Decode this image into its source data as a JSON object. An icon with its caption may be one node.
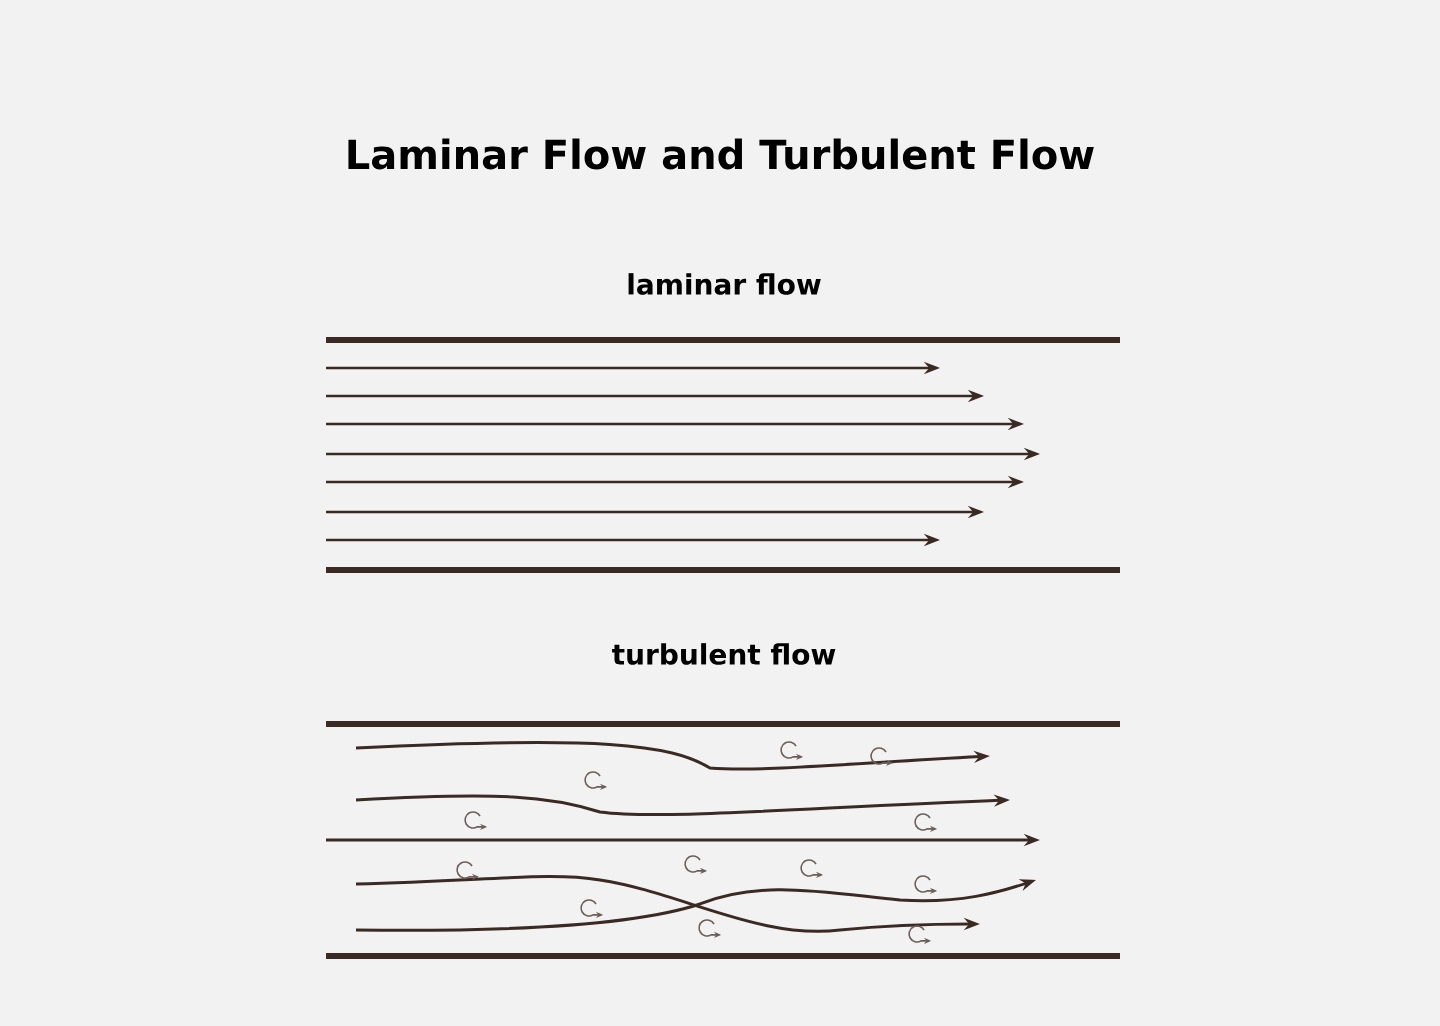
{
  "diagram": {
    "title": "Laminar Flow and Turbulent Flow",
    "labels": [
      "laminar flow",
      "turbulent flow"
    ]
  }
}
